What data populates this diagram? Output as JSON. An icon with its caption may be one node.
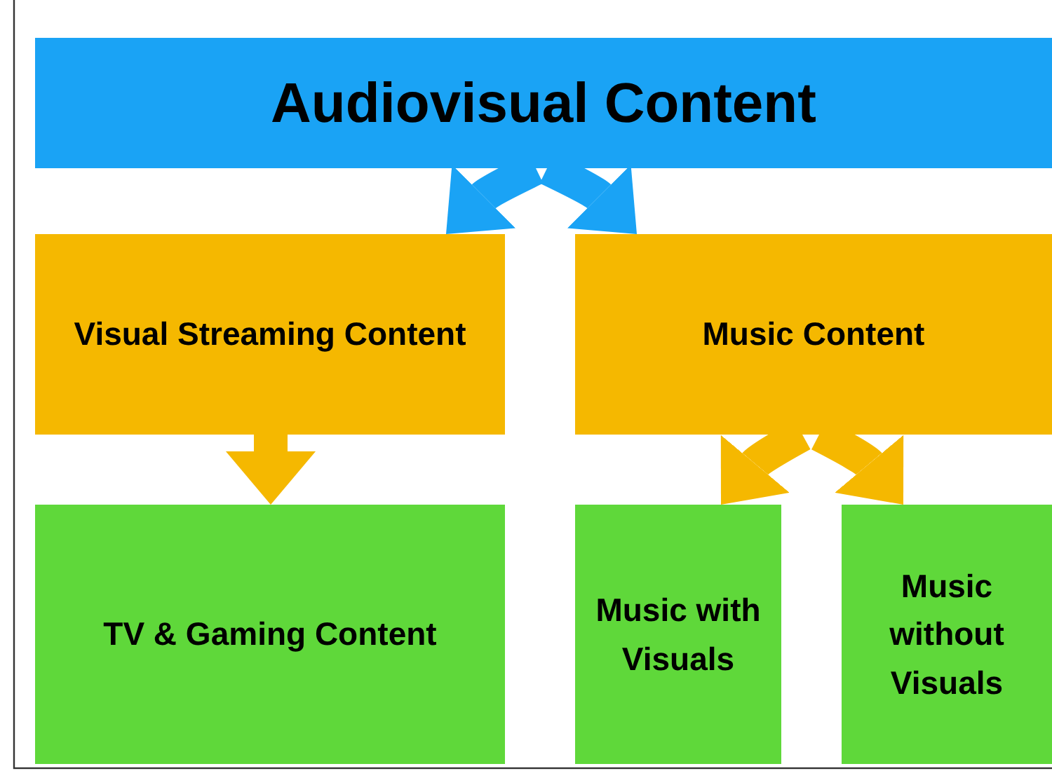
{
  "diagram": {
    "nodes": [
      {
        "text": [
          "Audiovisual Content"
        ]
      },
      {
        "text": [
          "Visual Streaming Content"
        ]
      },
      {
        "text": [
          "Music Content"
        ]
      },
      {
        "text": [
          "TV & Gaming Content"
        ]
      },
      {
        "text": [
          "Music with Visuals"
        ]
      },
      {
        "text": [
          "Music without Visuals"
        ]
      }
    ],
    "edges": [
      {
        "from": 0,
        "to": 1,
        "arrow": "to",
        "color": "#1aa3f5"
      },
      {
        "from": 0,
        "to": 2,
        "arrow": "to",
        "color": "#1aa3f5"
      },
      {
        "from": 1,
        "to": 3,
        "arrow": "to"
      },
      {
        "from": 2,
        "to": 4,
        "arrow": "to"
      },
      {
        "from": 2,
        "to": 5,
        "arrow": "to"
      }
    ]
  }
}
